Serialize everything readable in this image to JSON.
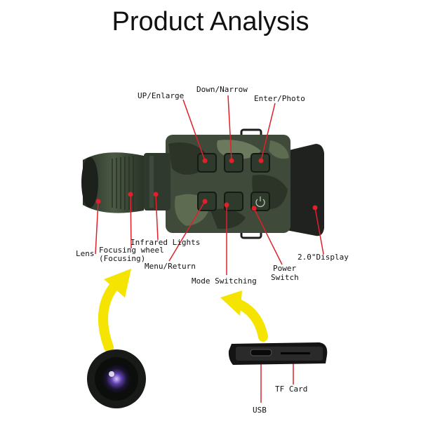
{
  "title": "Product Analysis",
  "labels": {
    "up_enlarge": "UP/Enlarge",
    "down_narrow": "Down/Narrow",
    "enter_photo": "Enter/Photo",
    "infrared_lights": "Infrared Lights",
    "lens": "Lens",
    "focusing_wheel_line1": "Focusing wheel",
    "focusing_wheel_line2": "(Focusing)",
    "menu_return": "Menu/Return",
    "mode_switching": "Mode Switching",
    "power_switch_line1": "Power",
    "power_switch_line2": "Switch",
    "display": "2.0\"Display",
    "tf_card": "TF Card",
    "usb": "USB"
  },
  "colors": {
    "callout_red": "#e0202a",
    "arrow_yellow": "#f5e400",
    "device_green": "#3f4a3a",
    "camo_dark": "#2c3427",
    "camo_light": "#6b7a5c"
  },
  "icons": [
    "power-icon",
    "lens-icon",
    "usb-port-icon",
    "tf-card-slot-icon"
  ]
}
